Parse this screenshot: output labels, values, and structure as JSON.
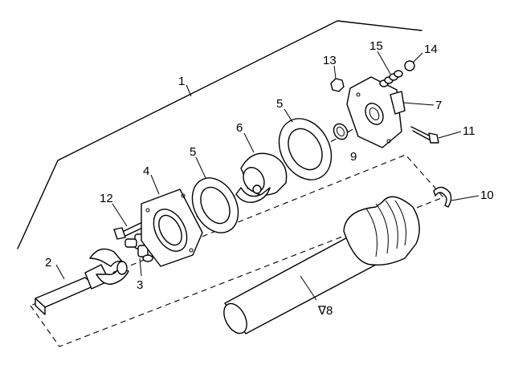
{
  "callouts": {
    "c1": "1",
    "c2": "2",
    "c3": "3",
    "c4": "4",
    "c5a": "5",
    "c5b": "5",
    "c6": "6",
    "c7": "7",
    "c8": "∇8",
    "c9": "9",
    "c10": "10",
    "c11": "11",
    "c12": "12",
    "c13": "13",
    "c14": "14",
    "c15": "15"
  }
}
